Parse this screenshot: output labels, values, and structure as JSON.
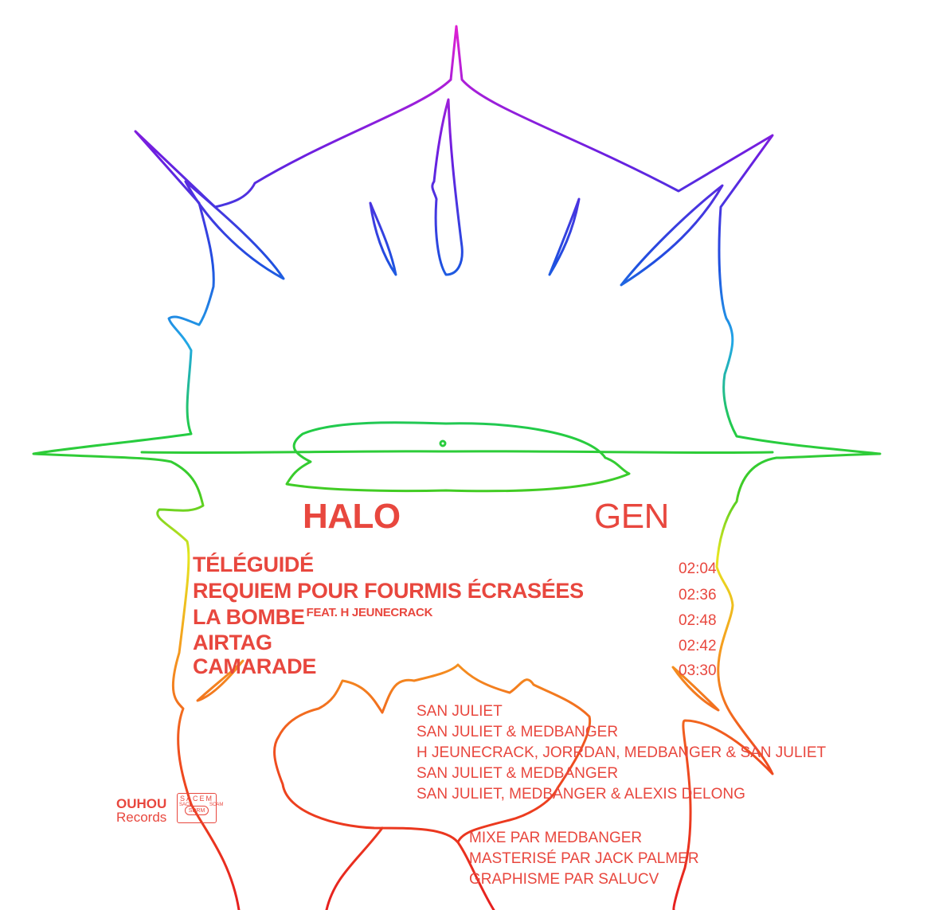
{
  "album": {
    "title_left": "HALO",
    "title_right": "GEN"
  },
  "tracks": [
    {
      "title": "TÉLÉGUIDÉ",
      "feat": "",
      "duration": "02:04",
      "credits": "SAN JULIET"
    },
    {
      "title": "REQUIEM POUR FOURMIS ÉCRASÉES",
      "feat": "",
      "duration": "02:36",
      "credits": "SAN JULIET & MEDBANGER"
    },
    {
      "title": "LA BOMBE",
      "feat": "FEAT. H JEUNECRACK",
      "duration": "02:48",
      "credits": "H JEUNECRACK, JORRDAN, MEDBANGER & SAN JULIET"
    },
    {
      "title": "AIRTAG",
      "feat": "",
      "duration": "02:42",
      "credits": "SAN JULIET & MEDBANGER"
    },
    {
      "title": "CAMARADE",
      "feat": "",
      "duration": "03:30",
      "credits": "SAN JULIET, MEDBANGER & ALEXIS DELONG"
    }
  ],
  "staff": [
    "MIXE PAR MEDBANGER",
    "MASTERISÉ PAR JACK PALMER",
    "GRAPHISME PAR SALUCV"
  ],
  "label": {
    "name": "OUHOU",
    "sub": "Records"
  },
  "sacem": {
    "top": "SACEM",
    "pill": "SDRM",
    "left": "SACD",
    "right": "SCAM"
  },
  "colors": {
    "text": "#e8473e",
    "background": "#ffffff"
  }
}
